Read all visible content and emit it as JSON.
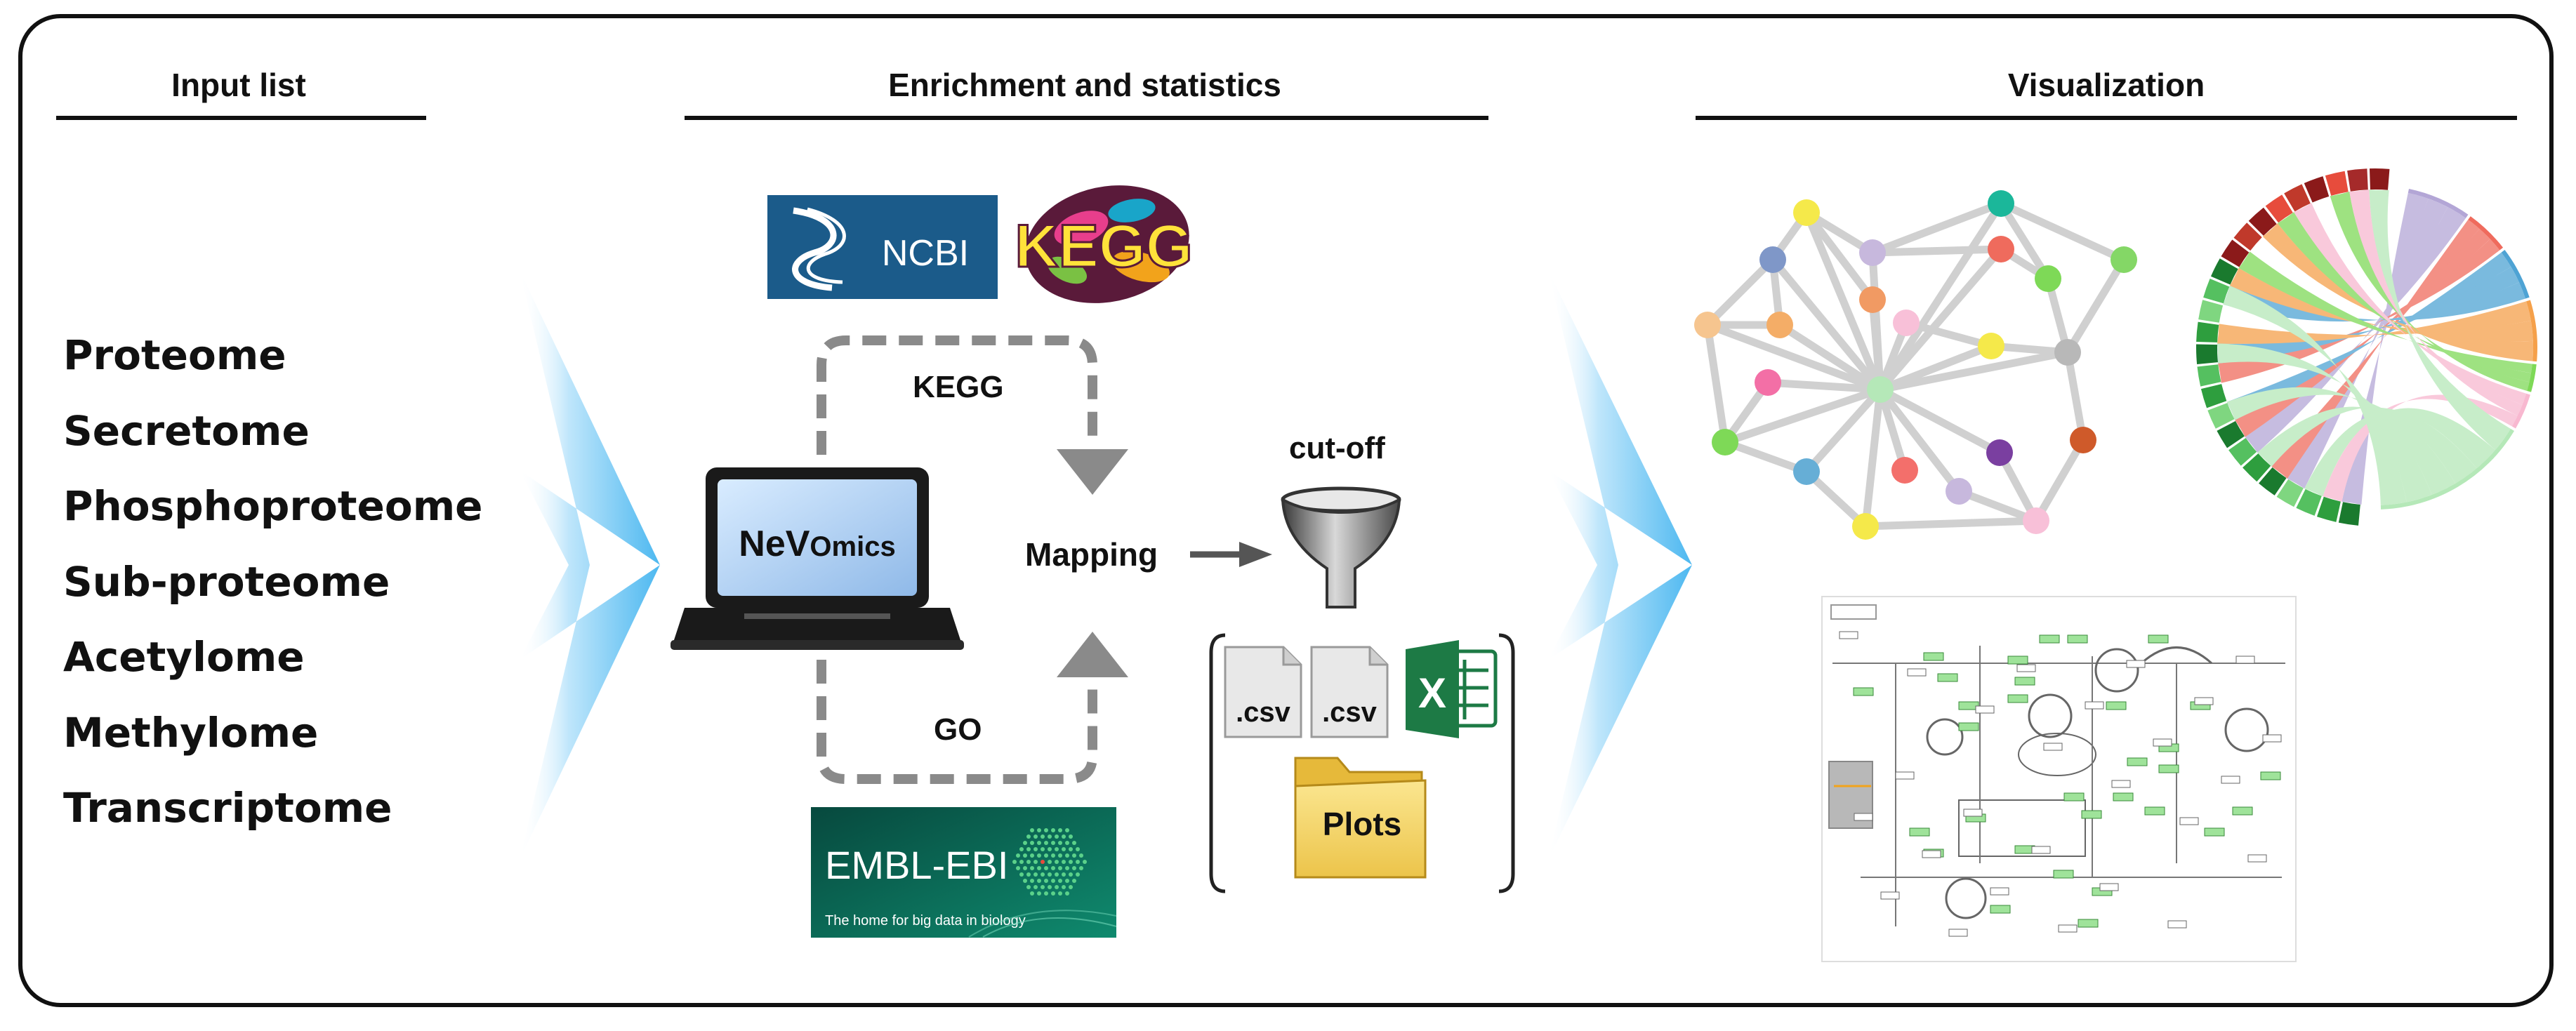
{
  "sections": {
    "input": "Input list",
    "enrichment": "Enrichment and statistics",
    "visualization": "Visualization"
  },
  "input_list": [
    "Proteome",
    "Secretome",
    "Phosphoproteome",
    "Sub-proteome",
    "Acetylome",
    "Methylome",
    "Transcriptome"
  ],
  "databases": {
    "ncbi": "NCBI",
    "kegg": "KEGG",
    "embl": "EMBL-EBI",
    "embl_tagline": "The home for big data in biology"
  },
  "tool": {
    "name_main": "NeV",
    "name_suffix": "Omics"
  },
  "flow": {
    "kegg": "KEGG",
    "go": "GO",
    "mapping": "Mapping",
    "cutoff": "cut-off"
  },
  "outputs": {
    "csv1": ".csv",
    "csv2": ".csv",
    "excel": "X",
    "plots": "Plots"
  },
  "icons": [
    "ncbi-logo",
    "kegg-logo",
    "laptop-icon",
    "funnel-icon",
    "csv-file-icon",
    "excel-icon",
    "folder-icon",
    "embl-ebi-logo",
    "network-graph",
    "chord-diagram",
    "pathway-map"
  ],
  "colors": {
    "arrow_blue": "#5bc0f0",
    "gray_arrow": "#8a8a8a",
    "ncbi_blue": "#1b5b8a",
    "embl_green": "#0d6b57",
    "excel_green": "#1d7a45",
    "folder_yellow": "#f5d86a"
  }
}
